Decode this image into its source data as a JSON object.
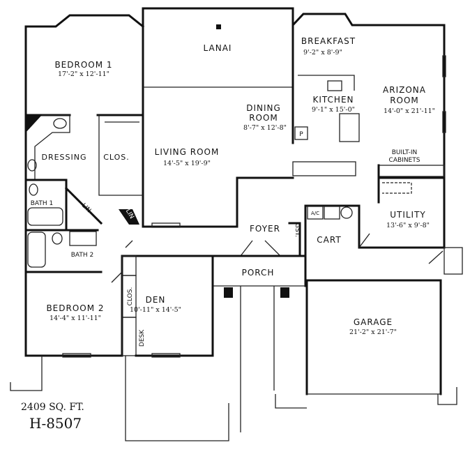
{
  "rooms": {
    "lanai": {
      "name": "LANAI"
    },
    "bedroom1": {
      "name": "BEDROOM 1",
      "size": "17'-2\" x 12'-11\""
    },
    "breakfast": {
      "name": "BREAKFAST",
      "size": "9'-2\" x 8'-9\""
    },
    "kitchen": {
      "name": "KITCHEN",
      "size": "9'-1\" x 15'-0\""
    },
    "arizona": {
      "name1": "ARIZONA",
      "name2": "ROOM",
      "size": "14'-0\" x 21'-11\""
    },
    "dining": {
      "name1": "DINING",
      "name2": "ROOM",
      "size": "8'-7\" x 12'-8\""
    },
    "living": {
      "name": "LIVING ROOM",
      "size": "14'-5\" x 19'-9\""
    },
    "dressing": {
      "name": "DRESSING"
    },
    "clos": {
      "name": "CLOS."
    },
    "bath1": {
      "name": "BATH 1"
    },
    "bath2": {
      "name": "BATH 2"
    },
    "lin1": {
      "name": "LIN"
    },
    "lin2": {
      "name": "LIN"
    },
    "builtin": {
      "name1": "BUILT-IN",
      "name2": "CABINETS"
    },
    "utility": {
      "name": "UTILITY",
      "size": "13'-6\" x 9'-8\""
    },
    "foyer": {
      "name": "FOYER"
    },
    "gst": {
      "name": "GST."
    },
    "cart": {
      "name": "CART"
    },
    "ac": {
      "name": "A/C"
    },
    "pantry": {
      "name": "P"
    },
    "porch": {
      "name": "PORCH"
    },
    "bedroom2": {
      "name": "BEDROOM 2",
      "size": "14'-4\" x 11'-11\""
    },
    "den": {
      "name": "DEN",
      "size": "10'-11\" x 14'-5\""
    },
    "clos2": {
      "name": "CLOS."
    },
    "desk": {
      "name": "DESK"
    },
    "garage": {
      "name": "GARAGE",
      "size": "21'-2\" x 21'-7\""
    }
  },
  "plan": {
    "area": "2409 SQ. FT.",
    "model": "H-8507"
  }
}
